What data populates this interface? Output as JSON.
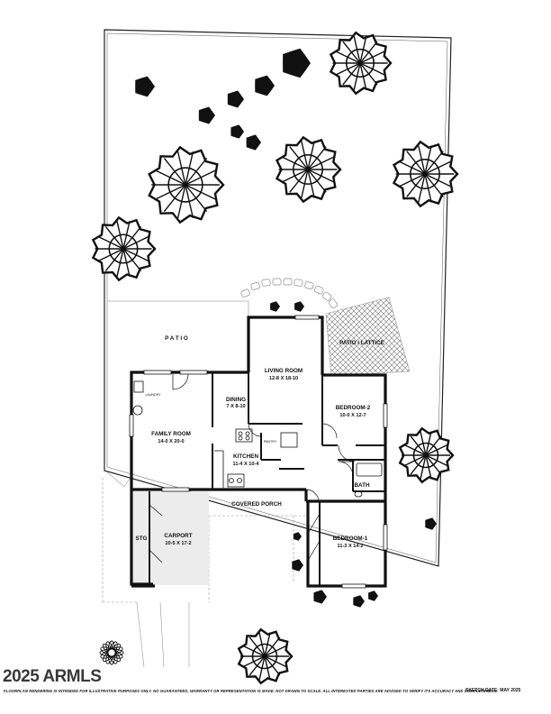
{
  "rooms": {
    "patio": {
      "name": "P A T I O"
    },
    "patio_lattice": {
      "name": "PATIO / LATTICE"
    },
    "living_room": {
      "name": "LIVING ROOM",
      "dims": "12-8  X  18-10"
    },
    "dining": {
      "name": "DINING",
      "dims": "7 X 8-10"
    },
    "family_room": {
      "name": "FAMILY ROOM",
      "dims": "14-0  X  20-0"
    },
    "kitchen": {
      "name": "KITCHEN",
      "dims": "11-4  X  10-4"
    },
    "pantry": {
      "name": "PANTRY"
    },
    "laundry": {
      "name": "LAUNDRY"
    },
    "bedroom_2": {
      "name": "BEDROOM-2",
      "dims": "10-0  X  12-7"
    },
    "bath": {
      "name": "BATH"
    },
    "covered_porch": {
      "name": "COVERED PORCH"
    },
    "carport": {
      "name": "CARPORT",
      "dims": "10-5 X 17-2"
    },
    "storage": {
      "name": "STG"
    },
    "bedroom_1": {
      "name": "BEDROOM-1",
      "dims": "11-3  X  14-2"
    }
  },
  "footer": {
    "disclaimer": "FLOORPLAN RENDERING IS INTENDED FOR ILLUSTRATIVE PURPOSES ONLY.  NO GUARANTEED, WARRANTY OR REPRESENTATION IS MADE.  NOT DRAWN TO SCALE.  ALL INTERESTED PARTIES ARE ADVISED TO VERIFY ITS ACCURACY AND COMPLETENESS.",
    "sketch_date": "SKETCH DATE:  MAY 2025",
    "watermark": "2025 ARMLS"
  },
  "colors": {
    "wall": "#111111",
    "carport_floor": "#ececec",
    "tree": "#111111"
  }
}
